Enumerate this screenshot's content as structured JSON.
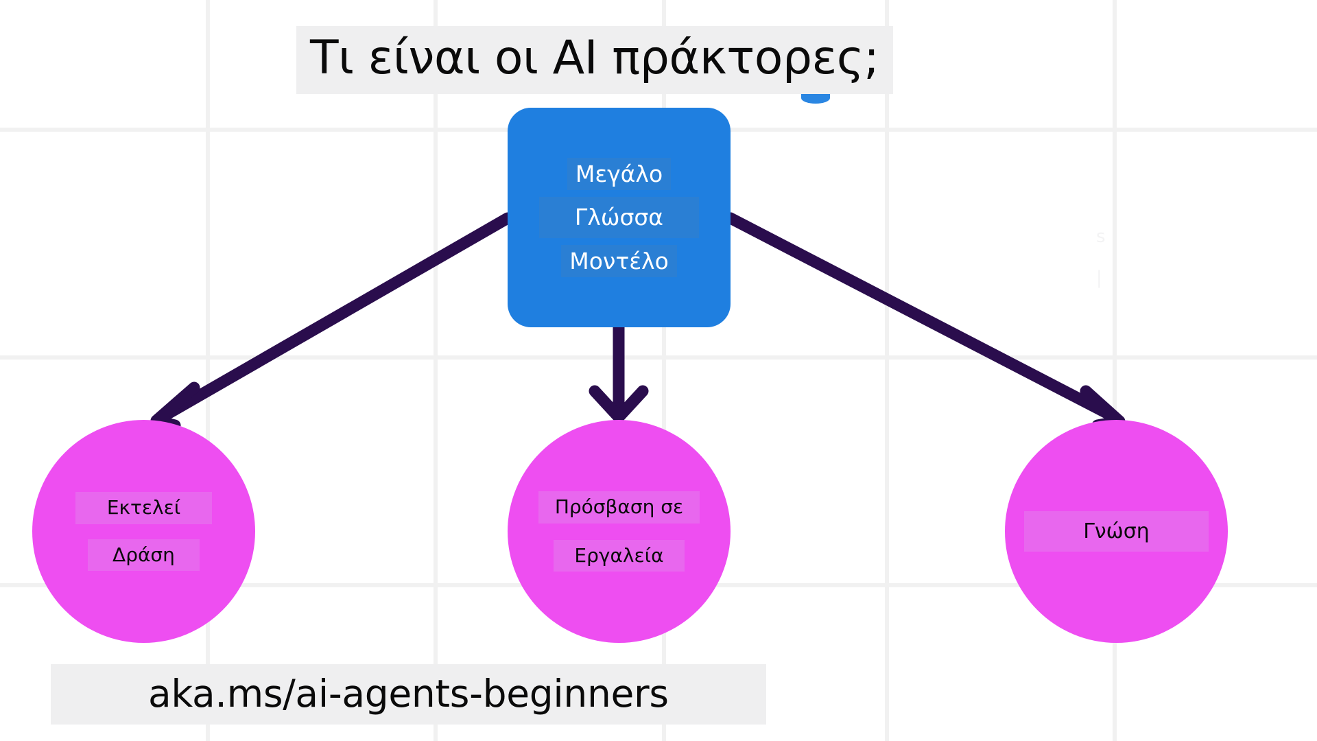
{
  "page": {
    "title": "Τι είναι οι AI πράκτορες;",
    "footer_url": "aka.ms/ai-agents-beginners"
  },
  "colors": {
    "background": "#ffffff",
    "grid_line": "#f1f1f1",
    "highlight": "#efeff0",
    "llm_box": "#1f7fe0",
    "llm_text": "#ffffff",
    "llm_highlight": "#2a7fd4",
    "circle": "#ee4ef1",
    "circle_highlight": "#e867ee",
    "arrow": "#2a0d4d",
    "text": "#0a0a0a"
  },
  "diagram": {
    "type": "node-arrow-diagram",
    "central_node": {
      "name": "large-language-model",
      "shape": "rounded-rectangle",
      "lines": [
        "Μεγάλο",
        "Γλώσσα",
        "Μοντέλο"
      ]
    },
    "leaf_nodes": [
      {
        "name": "takes-action",
        "shape": "circle",
        "position": "left",
        "lines": [
          "Εκτελεί",
          "Δράση"
        ]
      },
      {
        "name": "access-to-tools",
        "shape": "circle",
        "position": "center",
        "lines": [
          "Πρόσβαση σε",
          "Εργαλεία"
        ]
      },
      {
        "name": "knowledge",
        "shape": "circle",
        "position": "right",
        "lines": [
          "Γνώση"
        ]
      }
    ],
    "arrows": [
      {
        "name": "arrow-to-takes-action",
        "from": "large-language-model",
        "to": "takes-action",
        "direction": "down-left"
      },
      {
        "name": "arrow-to-access-to-tools",
        "from": "large-language-model",
        "to": "access-to-tools",
        "direction": "down"
      },
      {
        "name": "arrow-to-knowledge",
        "from": "large-language-model",
        "to": "knowledge",
        "direction": "down-right"
      }
    ]
  }
}
